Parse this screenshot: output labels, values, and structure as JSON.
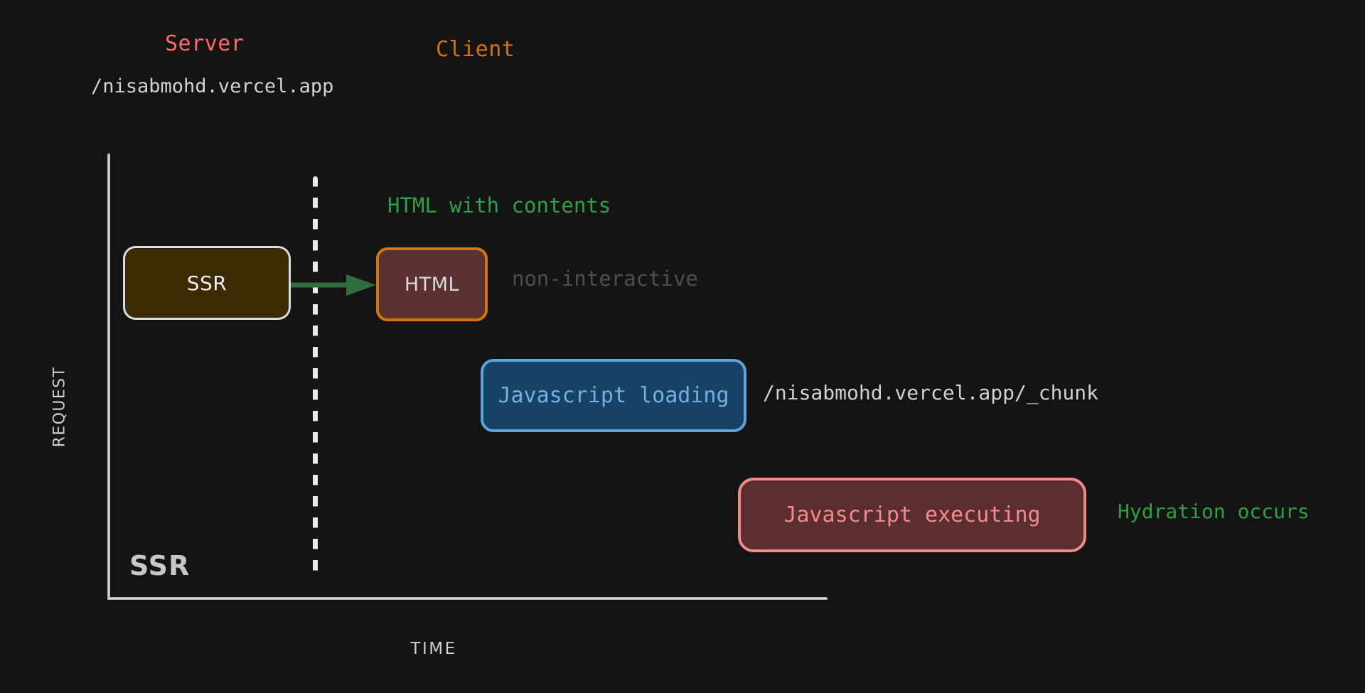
{
  "diagram": {
    "title": "SSR",
    "mode_badge": "SSR",
    "background_color": "#141414"
  },
  "lanes": [
    {
      "id": "server",
      "label": "Server",
      "color": "#ff6b6b"
    },
    {
      "id": "client",
      "label": "Client",
      "color": "#d2750a"
    }
  ],
  "axes": {
    "y_title": "REQUEST",
    "x_title": "TIME",
    "color": "#e6eaee"
  },
  "urls": {
    "initial_request": "/nisabmohd.vercel.app",
    "chunk_request": "/nisabmohd.vercel.app/_chunk"
  },
  "boxes": [
    {
      "id": "ssr",
      "label": "SSR",
      "lane": "server",
      "fill": "#3c2a05",
      "border": "#d9dde0",
      "text_color": "#e9edf0"
    },
    {
      "id": "html",
      "label": "HTML",
      "lane": "client",
      "fill": "#5b3132",
      "border": "#d5760d",
      "text_color": "#d6dade"
    },
    {
      "id": "js-loading",
      "label": "Javascript loading",
      "lane": "client",
      "fill": "#164263",
      "border": "#5fa3de",
      "text_color": "#73aee6"
    },
    {
      "id": "js-executing",
      "label": "Javascript executing",
      "lane": "client",
      "fill": "#5a2e2e",
      "border": "#f18b89",
      "text_color": "#f58a88"
    }
  ],
  "annotations": [
    {
      "id": "html-contents",
      "text": "HTML with contents",
      "color": "#2ea043"
    },
    {
      "id": "non-interactive",
      "text": "non-interactive",
      "color": "#4b4f53"
    },
    {
      "id": "hydration",
      "text": "Hydration occurs",
      "color": "#2ea043"
    }
  ],
  "arrow": {
    "id": "ssr-to-html",
    "color": "#2f6d41",
    "direction": "right"
  },
  "chart_data": {
    "type": "timeline",
    "title": "SSR",
    "xlabel": "TIME",
    "ylabel": "REQUEST",
    "grid": false,
    "legend": "none",
    "lanes": [
      "Server",
      "Client"
    ],
    "divider": {
      "style": "dotted",
      "between": [
        "Server",
        "Client"
      ]
    },
    "events": [
      {
        "name": "SSR",
        "lane": "Server",
        "time_start": 0.02,
        "time_end": 0.26,
        "row": 1,
        "fill": "#3c2a05",
        "border": "#d9dde0"
      },
      {
        "name": "HTML",
        "lane": "Client",
        "time_start": 0.37,
        "time_end": 0.53,
        "row": 1,
        "fill": "#5b3132",
        "border": "#d5760d",
        "annotations": [
          "HTML with contents",
          "non-interactive"
        ]
      },
      {
        "name": "Javascript loading",
        "lane": "Client",
        "time_start": 0.52,
        "time_end": 0.89,
        "row": 2,
        "fill": "#164263",
        "border": "#5fa3de",
        "annotations": [
          "/nisabmohd.vercel.app/_chunk"
        ]
      },
      {
        "name": "Javascript executing",
        "lane": "Client",
        "time_start": 0.88,
        "time_end": 1.38,
        "row": 3,
        "fill": "#5a2e2e",
        "border": "#f18b89",
        "annotations": [
          "Hydration occurs"
        ]
      }
    ],
    "transitions": [
      {
        "from": "SSR",
        "to": "HTML",
        "color": "#2f6d41"
      }
    ]
  }
}
